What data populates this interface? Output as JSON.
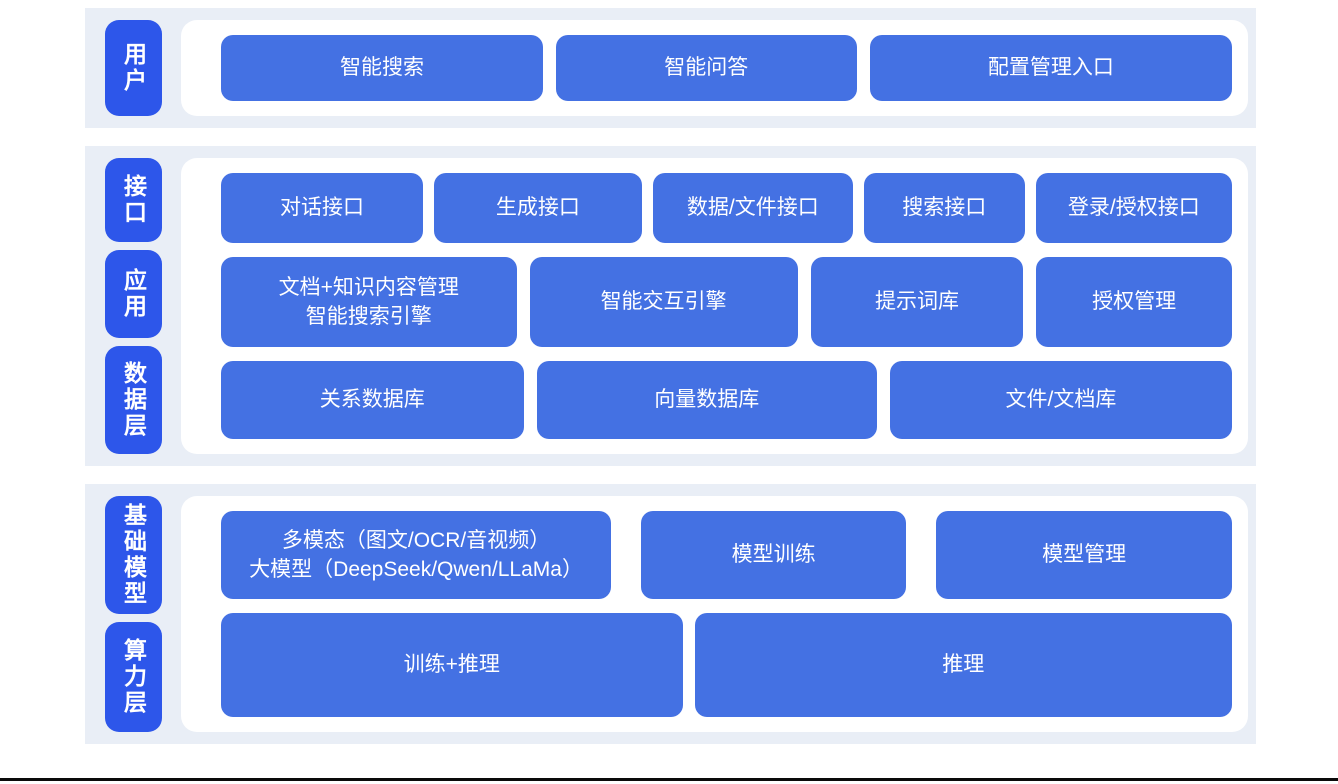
{
  "diagram": {
    "colors": {
      "page_bg": "#ffffff",
      "section_bg": "#e9eef6",
      "panel_bg": "#ffffff",
      "box_blue": "#4471e3",
      "pill_blue": "#2d56ea",
      "text": "#ffffff",
      "bottom_line": "#0a0a0a"
    },
    "sections": [
      {
        "pills": [
          {
            "label": "用户"
          }
        ],
        "rows": [
          {
            "boxes": [
              {
                "label": "智能搜索"
              },
              {
                "label": "智能问答"
              },
              {
                "label": "配置管理入口"
              }
            ]
          }
        ]
      },
      {
        "pills": [
          {
            "label": "接口"
          },
          {
            "label": "应用"
          },
          {
            "label": "数据层"
          }
        ],
        "rows": [
          {
            "boxes": [
              {
                "label": "对话接口"
              },
              {
                "label": "生成接口"
              },
              {
                "label": "数据/文件接口"
              },
              {
                "label": "搜索接口"
              },
              {
                "label": "登录/授权接口"
              }
            ]
          },
          {
            "boxes": [
              {
                "line1": "文档+知识内容管理",
                "line2": "智能搜索引擎"
              },
              {
                "label": "智能交互引擎"
              },
              {
                "label": "提示词库"
              },
              {
                "label": "授权管理"
              }
            ]
          },
          {
            "boxes": [
              {
                "label": "关系数据库"
              },
              {
                "label": "向量数据库"
              },
              {
                "label": "文件/文档库"
              }
            ]
          }
        ]
      },
      {
        "pills": [
          {
            "label": "基础模型"
          },
          {
            "label": "算力层"
          }
        ],
        "rows": [
          {
            "boxes": [
              {
                "line1": "多模态（图文/OCR/音视频）",
                "line2": "大模型（DeepSeek/Qwen/LLaMa）"
              },
              {
                "label": "模型训练"
              },
              {
                "label": "模型管理"
              }
            ]
          },
          {
            "boxes": [
              {
                "label": "训练+推理"
              },
              {
                "label": "推理"
              }
            ]
          }
        ]
      }
    ]
  }
}
